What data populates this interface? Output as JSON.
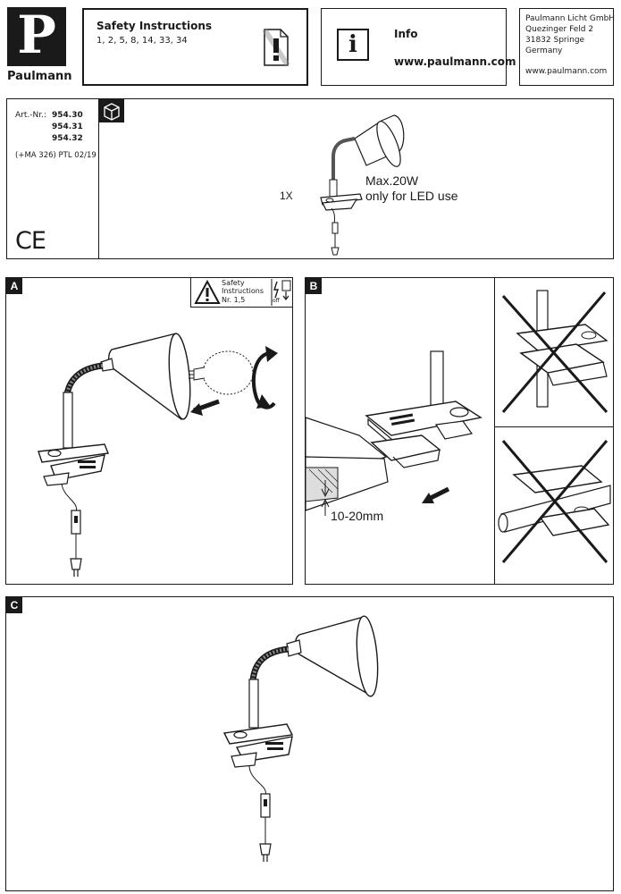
{
  "brand": {
    "name": "Paulmann",
    "logo_letter": "P"
  },
  "safety": {
    "title": "Safety Instructions",
    "pages": "1, 2,  5,  8, 14,  33, 34"
  },
  "info": {
    "label": "Info",
    "url": "www.paulmann.com",
    "icon_glyph": "i"
  },
  "address": {
    "lines": [
      "Paulmann Licht GmbH",
      "Quezinger Feld 2",
      "31832 Springe",
      "Germany"
    ],
    "url": "www.paulmann.com"
  },
  "article": {
    "label": "Art.-Nr.:",
    "numbers": [
      "954.30",
      "954.31",
      "954.32"
    ],
    "code": "(+MA 326) PTL 02/19",
    "ce_mark": "CE"
  },
  "contents": {
    "quantity": "1X",
    "max_watt": "Max.20W",
    "led_note": "only for LED use"
  },
  "panel_a": {
    "tag": "A",
    "safety_badge": {
      "line1": "Safety",
      "line2": "Instructions",
      "line3": "Nr. 1,5",
      "off_label": "off"
    }
  },
  "panel_b": {
    "tag": "B",
    "thickness": "10-20mm"
  },
  "panel_c": {
    "tag": "C"
  },
  "colors": {
    "ink": "#1a1a1a",
    "shade_fill": "#ffffff",
    "neck_gray": "#8a8a8a"
  }
}
